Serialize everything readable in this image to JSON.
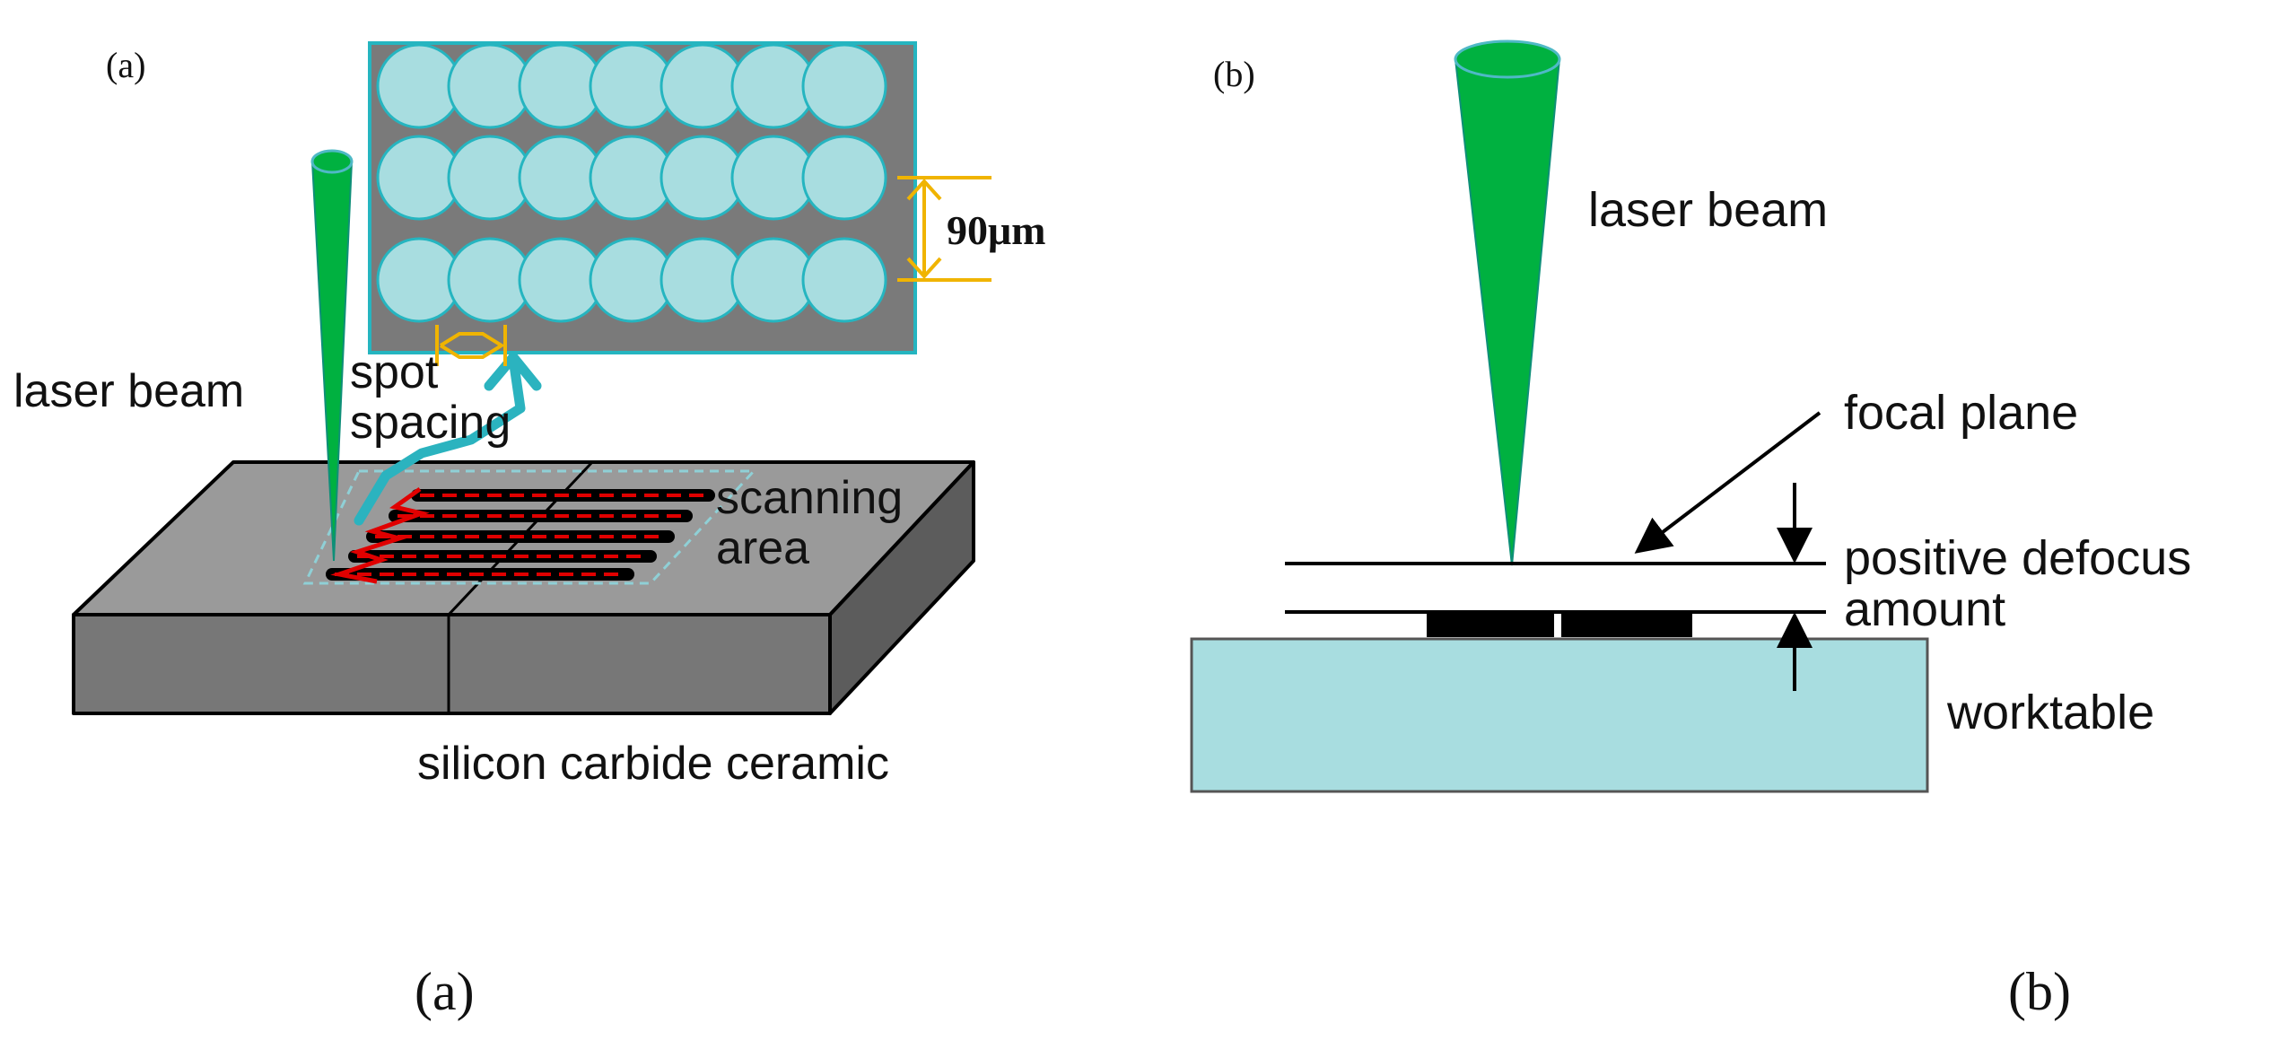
{
  "colors": {
    "beam": "#00b140",
    "spot_fill": "#a8dde0",
    "spot_edge": "#25b5c0",
    "inset_bg": "#7a7a7a",
    "dimension": "#f0b400",
    "scan_line": "#e00000",
    "ceramic_top": "#9a9a9a",
    "ceramic_front": "#777777",
    "ceramic_side": "#5c5c5c",
    "worktable": "#a8dde0"
  },
  "panel_a": {
    "tag": "(a)",
    "dimension_label": "90μm",
    "laser_beam_label": "laser beam",
    "spot_spacing_label": [
      "spot",
      "spacing"
    ],
    "scanning_area_label": [
      "scanning",
      "area"
    ],
    "material_label": "silicon carbide ceramic",
    "caption": "(a)"
  },
  "panel_b": {
    "tag": "(b)",
    "laser_beam_label": "laser beam",
    "focal_plane_label": "focal plane",
    "defocus_label": [
      "positive defocus",
      "amount"
    ],
    "worktable_label": "worktable",
    "caption": "(b)"
  }
}
